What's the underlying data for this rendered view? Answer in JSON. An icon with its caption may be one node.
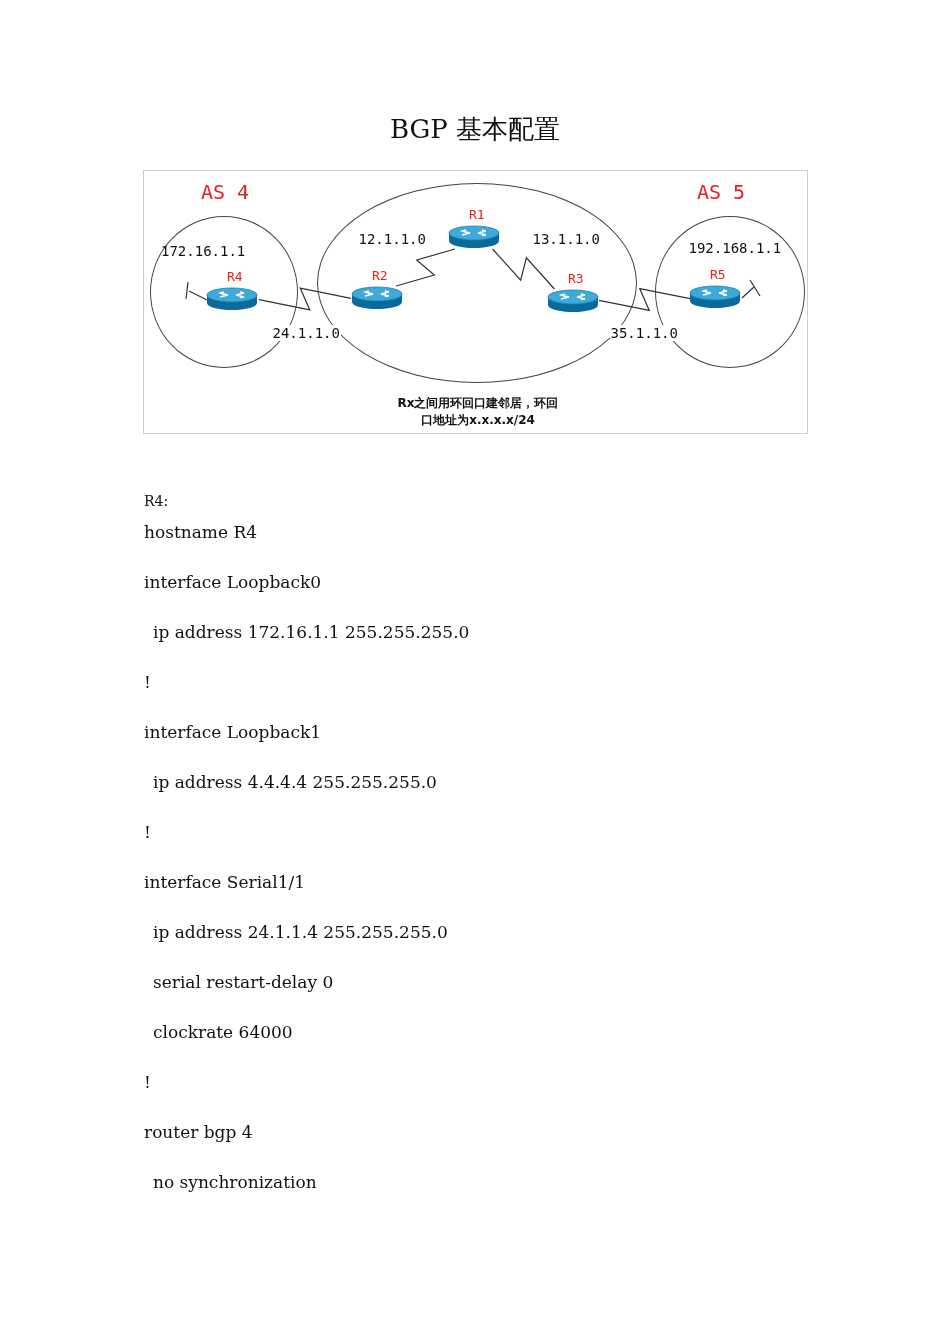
{
  "diagram": {
    "title": "BGP 基本配置",
    "nodes": [
      {
        "text": [
          "AS 4"
        ]
      },
      {
        "text": [
          "R4"
        ],
        "in": 0,
        "beside": [
          "172.16.1.1"
        ]
      },
      {
        "text": [],
        "shape": "ellipse"
      },
      {
        "text": [
          "R1"
        ],
        "in": 2
      },
      {
        "text": [
          "R2"
        ],
        "in": 2
      },
      {
        "text": [
          "R3"
        ],
        "in": 2
      },
      {
        "text": [
          "AS 5"
        ]
      },
      {
        "text": [
          "R5"
        ],
        "in": 6,
        "beside": [
          "192.168.1.1"
        ]
      }
    ],
    "edges": [
      {
        "from": 1,
        "to": 4,
        "arrow": "none",
        "label": "24.1.1.0"
      },
      {
        "from": 4,
        "to": 3,
        "arrow": "none",
        "label": "12.1.1.0"
      },
      {
        "from": 3,
        "to": 5,
        "arrow": "none",
        "label": "13.1.1.0"
      },
      {
        "from": 5,
        "to": 7,
        "arrow": "none",
        "label": "35.1.1.0"
      }
    ],
    "labels": [
      "Rx之间用环回口建邻居，环回口地址为x.x.x.x/24",
      "R4:",
      "hostname R4",
      "interface Loopback0",
      "ip address 172.16.1.1 255.255.255.0",
      "!",
      "interface Loopback1",
      "ip address 4.4.4.4 255.255.255.0",
      "!",
      "interface Serial1/1",
      "ip address 24.1.1.4 255.255.255.0",
      "serial restart-delay 0",
      "clockrate 64000",
      "!",
      "router bgp 4",
      "no synchronization"
    ]
  }
}
